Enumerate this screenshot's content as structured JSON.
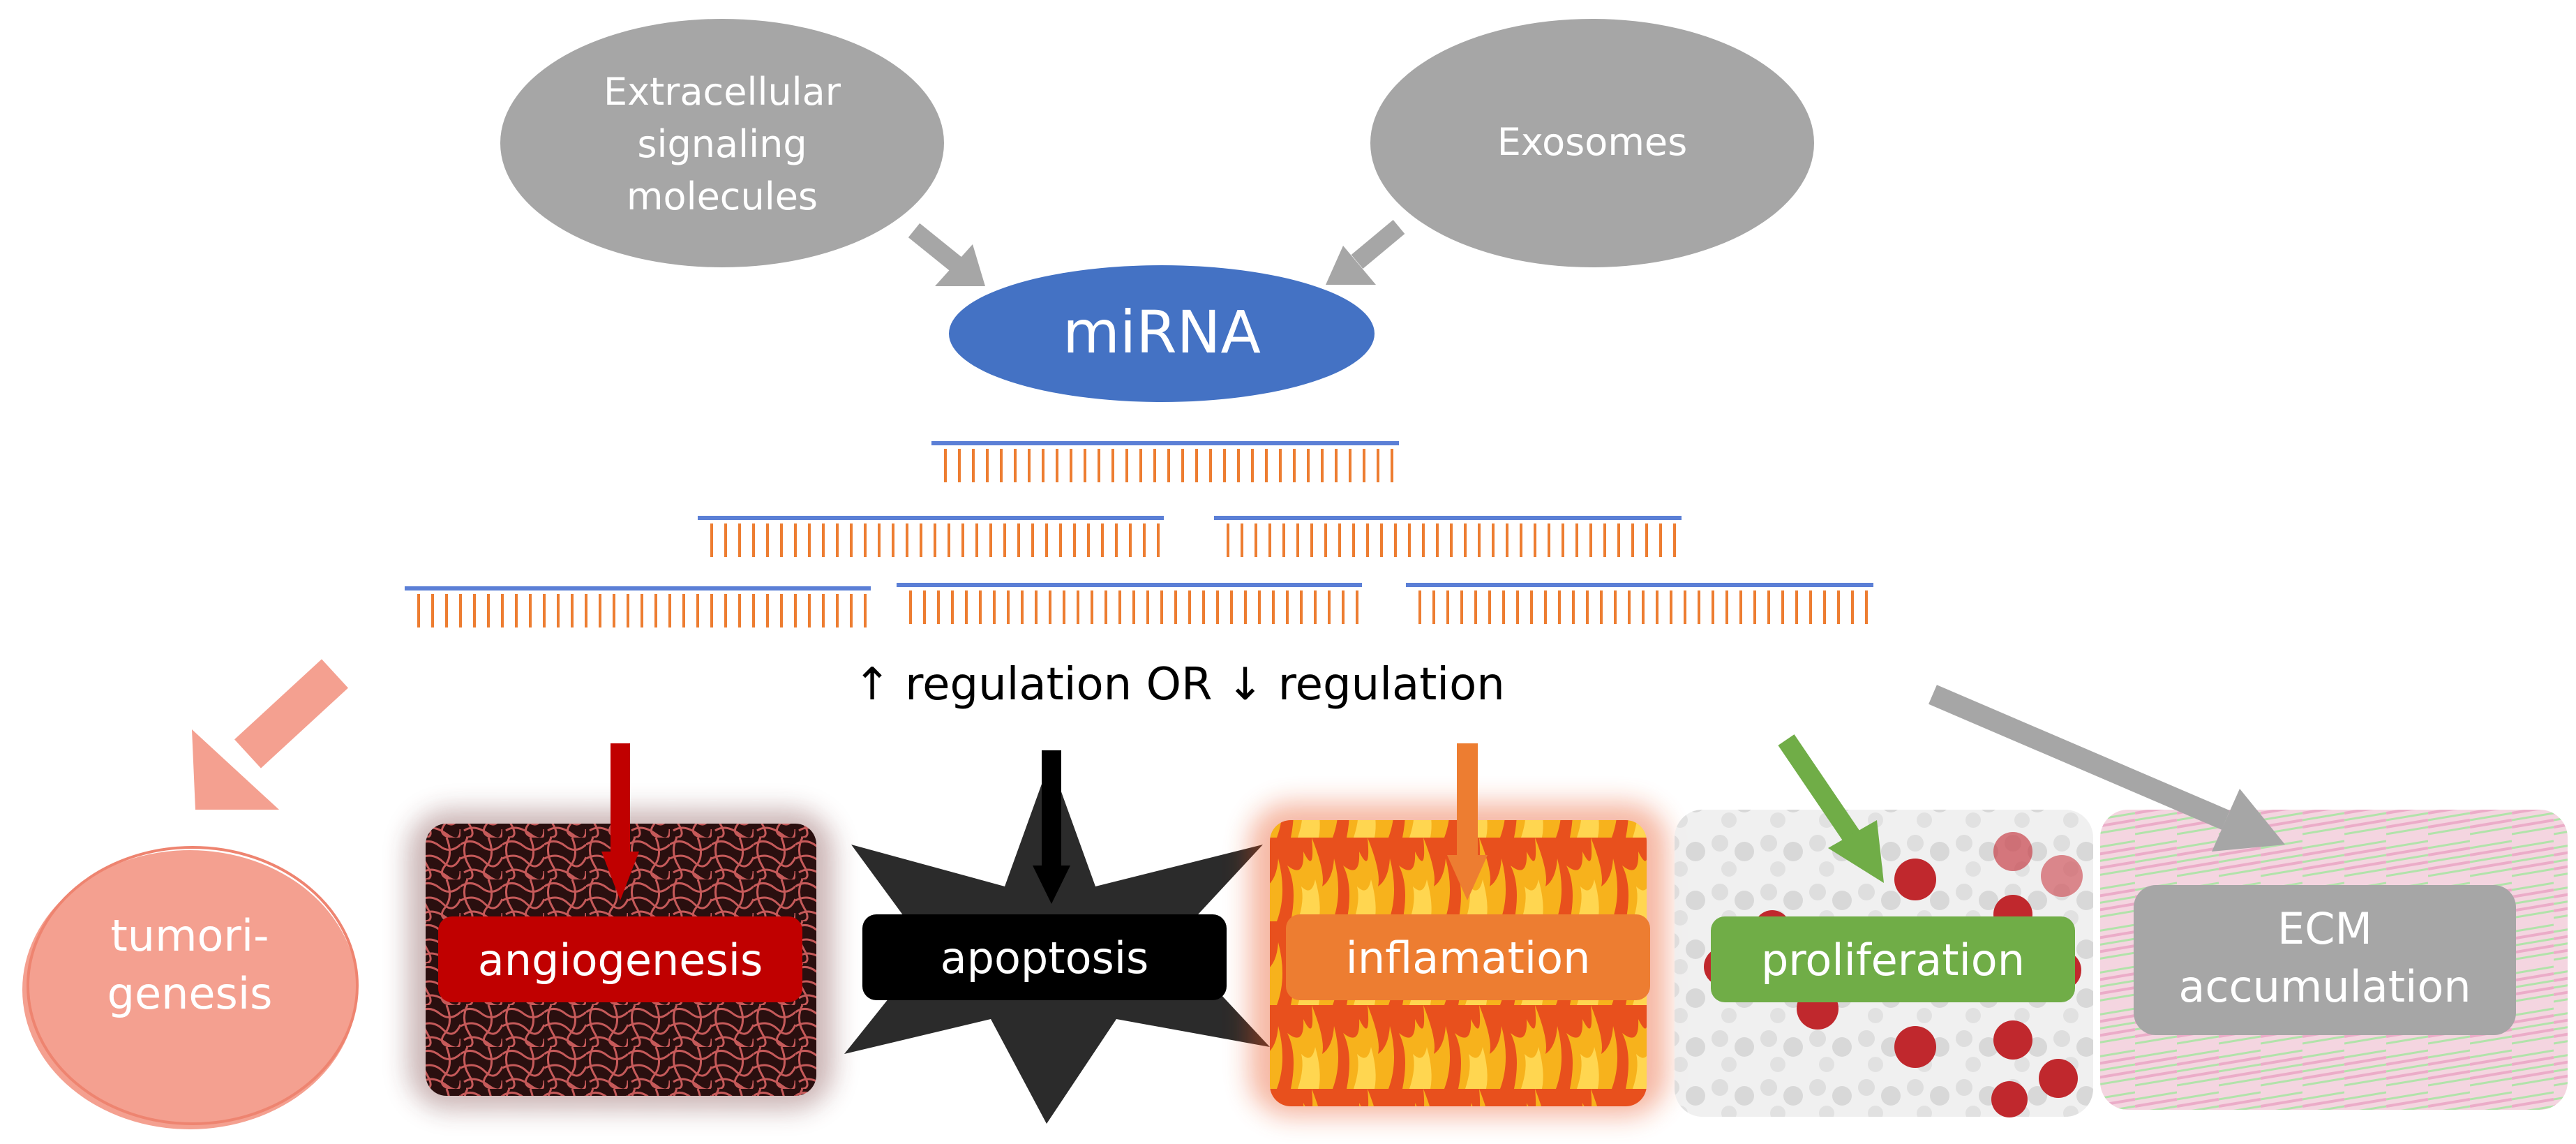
{
  "sources": {
    "extracellular": [
      "Extracellular",
      "signaling",
      "molecules"
    ],
    "exosomes": "Exosomes"
  },
  "center": {
    "label": "miRNA"
  },
  "regulation_label": "↑ regulation OR ↓ regulation",
  "outcomes": {
    "tumorigenesis": [
      "tumori-",
      "genesis"
    ],
    "angiogenesis": "angiogenesis",
    "apoptosis": "apoptosis",
    "inflamation": "inflamation",
    "proliferation": "proliferation",
    "ecm": [
      "ECM",
      "accumulation"
    ]
  },
  "colors": {
    "source_fill": "#a6a6a6",
    "mirna_fill": "#4472c4",
    "strand_line": "#5b7fd6",
    "strand_teeth": "#ed7d31",
    "tumor": "#f4a090",
    "angio": "#c00000",
    "apoptosis": "#000000",
    "inflam": "#ed7d31",
    "prolif": "#70ad47",
    "ecm": "#a6a6a6"
  }
}
